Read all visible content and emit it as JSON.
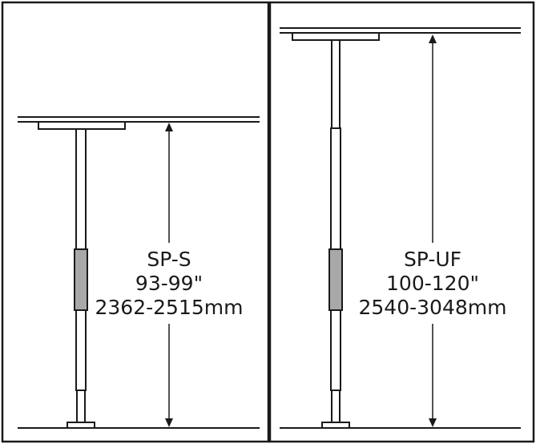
{
  "panels": [
    {
      "id": "sp-s",
      "model": "SP-S",
      "height_in": "93-99\"",
      "height_mm": "2362-2515mm"
    },
    {
      "id": "sp-uf",
      "model": "SP-UF",
      "height_in": "100-120\"",
      "height_mm": "2540-3048mm"
    }
  ],
  "colors": {
    "line": "#1a1a1a",
    "pad": "#a8a8a8",
    "background": "#ffffff"
  }
}
